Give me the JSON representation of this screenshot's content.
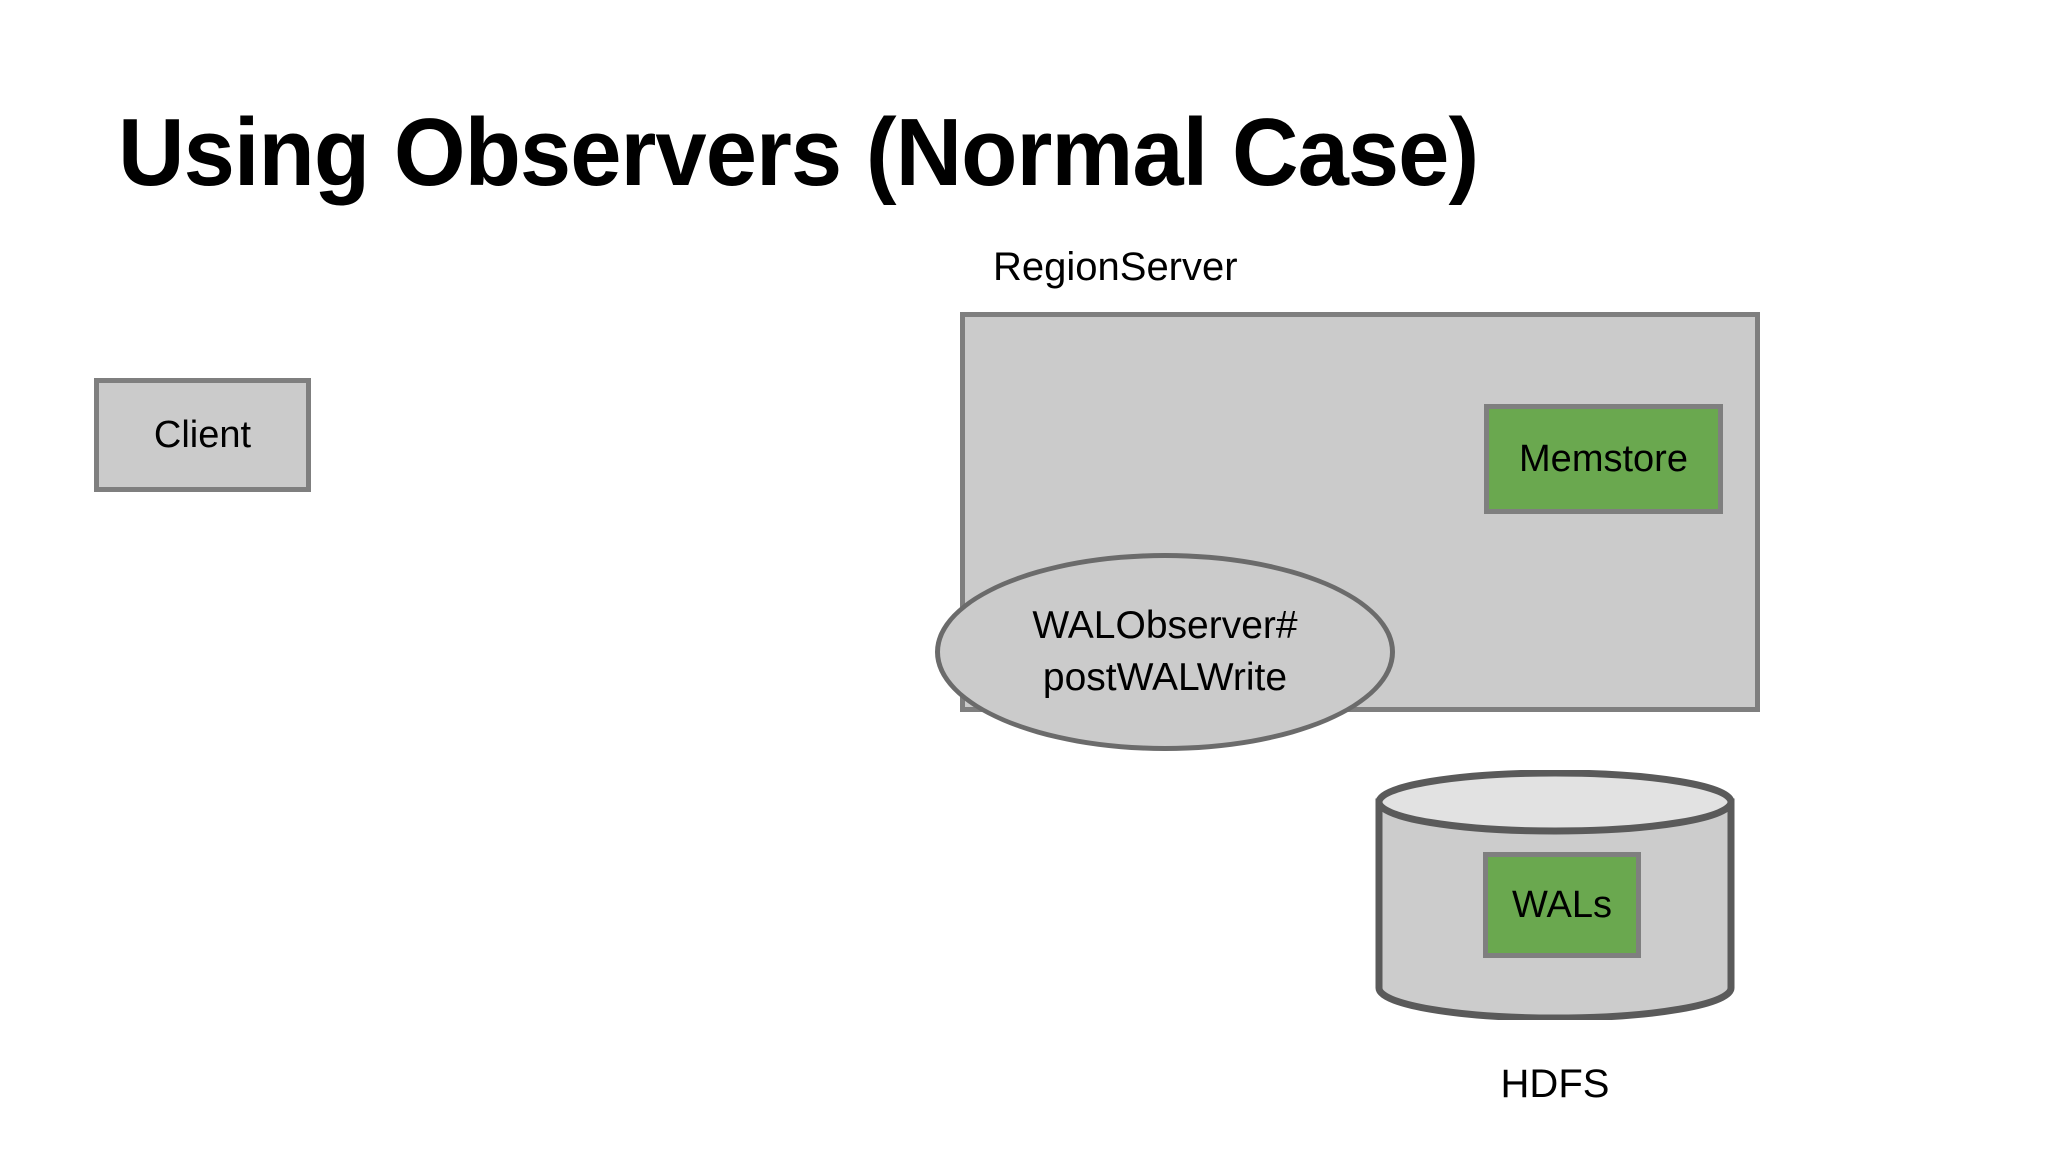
{
  "slide": {
    "title": "Using Observers (Normal Case)",
    "background_color": "#ffffff"
  },
  "diagram": {
    "colors": {
      "box_fill_gray": "#cbcbcb",
      "box_border_gray": "#7f7f7f",
      "highlight_green": "#6aa84f",
      "cylinder_top_fill": "#e0e0e0",
      "cylinder_body_fill": "#cccccc",
      "cylinder_stroke": "#5a5a5a",
      "ellipse_stroke": "#6b6b6b",
      "text_color": "#000000"
    },
    "nodes": {
      "client": {
        "label": "Client",
        "shape": "rectangle",
        "fill": "#cbcbcb"
      },
      "regionserver": {
        "label": "RegionServer",
        "shape": "rectangle",
        "fill": "#cbcbcb"
      },
      "memstore": {
        "label": "Memstore",
        "shape": "rectangle",
        "fill": "#6aa84f"
      },
      "walobserver": {
        "shape": "ellipse",
        "fill": "#cbcbcb",
        "label_line1": "WALObserver#",
        "label_line2": "postWALWrite"
      },
      "hdfs": {
        "label": "HDFS",
        "shape": "cylinder",
        "fill": "#cccccc"
      },
      "wals": {
        "label": "WALs",
        "shape": "rectangle",
        "fill": "#6aa84f"
      }
    }
  }
}
